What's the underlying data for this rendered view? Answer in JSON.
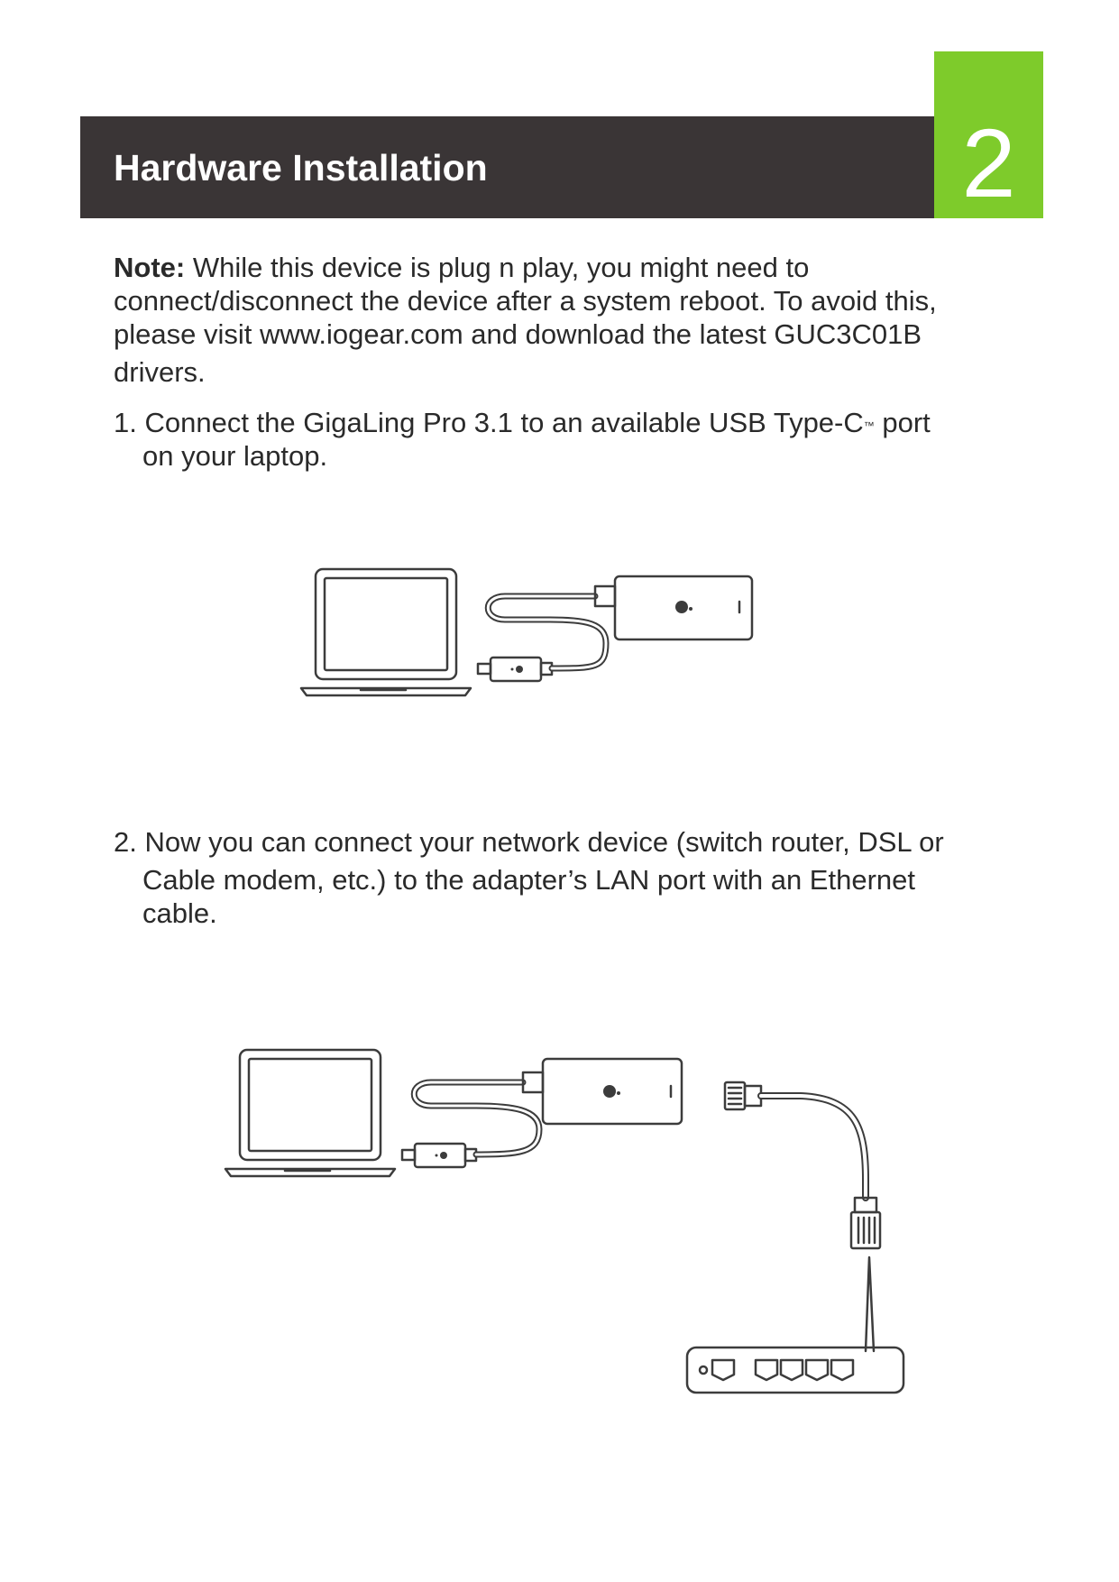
{
  "header": {
    "title": "Hardware Installation",
    "chapter_number": "2"
  },
  "note": {
    "label": "Note:",
    "line1": " While this device is plug n play, you might need to",
    "line2": "connect/disconnect the device after a system reboot. To avoid this,",
    "line3": "please visit www.iogear.com and download the latest GUC3C01B",
    "line4": "drivers."
  },
  "steps": [
    {
      "line1_before_tm": "1. Connect the GigaLing Pro 3.1 to an available USB Type-C",
      "tm": "™",
      "line1_after_tm": " port",
      "line2": "on your laptop."
    },
    {
      "line1": "2. Now you can connect your network device (switch router, DSL or",
      "line2": "Cable modem, etc.) to the adapter’s LAN port with an Ethernet",
      "line3": "cable."
    }
  ],
  "colors": {
    "header_bg": "#3a3536",
    "accent_green": "#7ecb2b",
    "text": "#2a2a2a"
  }
}
